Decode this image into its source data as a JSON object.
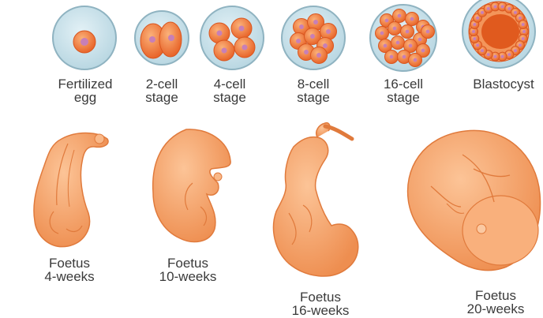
{
  "early_stages": [
    {
      "line1": "Fertilized",
      "line2": "egg",
      "cells": 1
    },
    {
      "line1": "2-cell",
      "line2": "stage",
      "cells": 2
    },
    {
      "line1": "4-cell",
      "line2": "stage",
      "cells": 4
    },
    {
      "line1": "8-cell",
      "line2": "stage",
      "cells": 8
    },
    {
      "line1": "16-cell",
      "line2": "stage",
      "cells": 16
    },
    {
      "line1": "Blastocyst",
      "line2": "",
      "cells": 0
    }
  ],
  "foetus_stages": [
    {
      "line1": "Foetus",
      "line2": "4-weeks"
    },
    {
      "line1": "Foetus",
      "line2": "10-weeks"
    },
    {
      "line1": "Foetus",
      "line2": "16-weeks"
    },
    {
      "line1": "Foetus",
      "line2": "20-weeks"
    }
  ],
  "colors": {
    "zona_fill": "#cfe6ee",
    "zona_stroke": "#8fb3c1",
    "cell_fill": "#f0783a",
    "cell_highlight": "#f9a268",
    "nucleus": "#c77fb7",
    "foetus_fill": "#f7a46a",
    "foetus_shade": "#ec8a4c",
    "label": "#3a3a3a"
  }
}
